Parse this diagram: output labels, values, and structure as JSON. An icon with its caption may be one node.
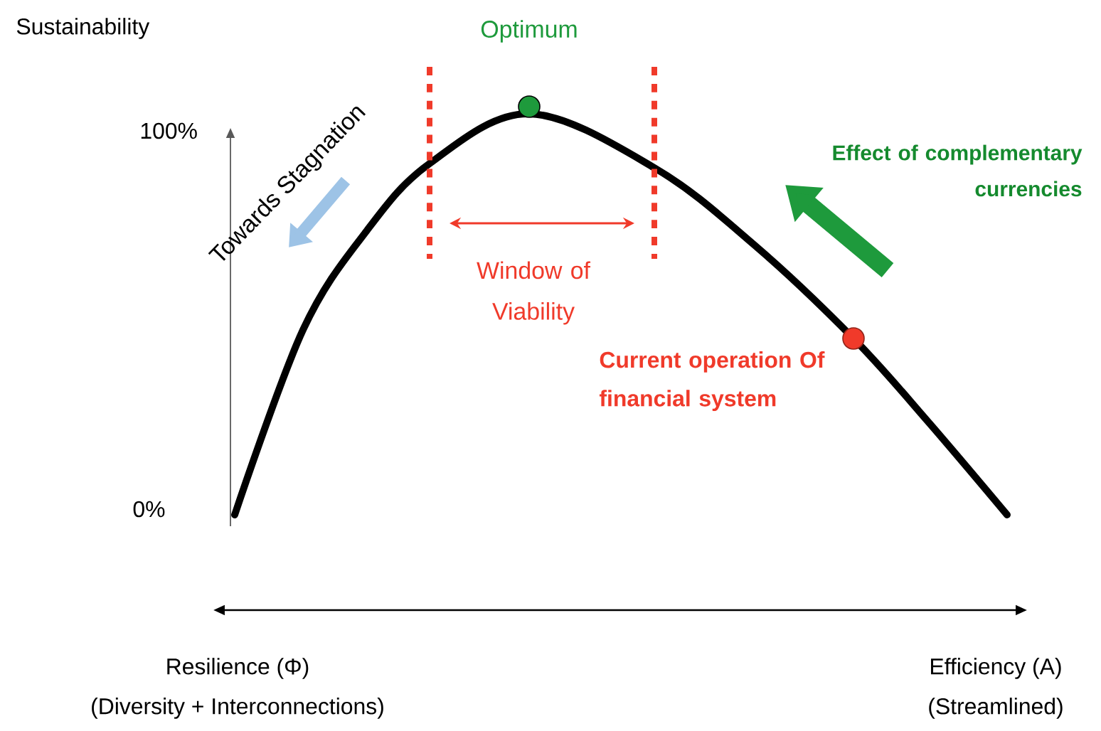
{
  "diagram": {
    "labels": [
      "Sustainability",
      "Optimum",
      "100%",
      "Effect of complementary currencies",
      "Towards Stagnation",
      "Window of Viability",
      "Current operation Of financial system",
      "0%",
      "Resilience (Φ)",
      "(Diversity + Interconnections)",
      "Efficiency (A)",
      "(Streamlined)"
    ]
  }
}
